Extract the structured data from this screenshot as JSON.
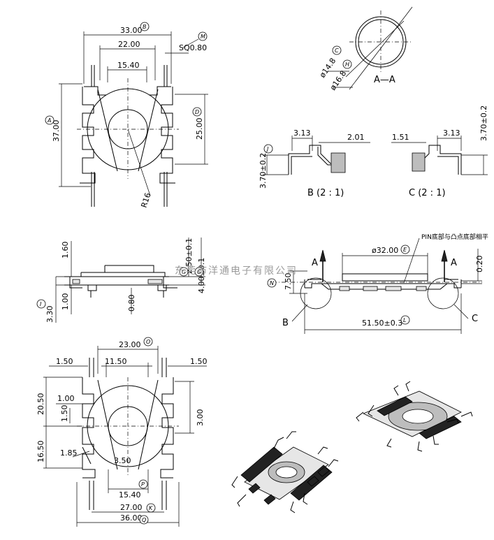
{
  "dimensions": {
    "top_33": "33.00",
    "top_22": "22.00",
    "top_sq": "SQ0.80",
    "top_1540": "15.40",
    "top_37": "37.00",
    "top_25": "25.00",
    "top_r16": "R16",
    "aa_148": "ø14.8",
    "aa_168": "ø16.8",
    "b_313": "3.13",
    "b_201": "2.01",
    "b_370": "3.70±0.2",
    "c_151": "1.51",
    "c_313": "3.13",
    "c_370": "3.70±0.2",
    "side_160": "1.60",
    "side_250": "2.50±0.1",
    "side_400": "4.00±0.1",
    "side_100": "1.00",
    "side_330": "3.30",
    "side_080": "0.80",
    "front_pin_note": "PIN底部与凸点底部相平",
    "front_32": "ø32.00",
    "front_750": "7.50",
    "front_020": "0.20",
    "front_5150": "51.50±0.3",
    "bot_23": "23.00",
    "bot_150l": "1.50",
    "bot_1150": "11.50",
    "bot_150r": "1.50",
    "bot_2050": "20.50",
    "bot_100": "1.00",
    "bot_150v": "1.50",
    "bot_300": "3.00",
    "bot_1650": "16.50",
    "bot_185": "1.85",
    "bot_350": "3.50",
    "bot_1540": "15.40",
    "bot_27": "27.00",
    "bot_36": "36.00"
  },
  "bubbles": {
    "b": "B",
    "m": "M",
    "a": "A",
    "d": "D",
    "c": "C",
    "h": "H",
    "j": "J",
    "g": "G",
    "n": "N",
    "i": "I",
    "e": "E",
    "l": "L",
    "o": "O",
    "p": "P",
    "k": "K",
    "q": "Q"
  },
  "labels": {
    "section_aa": "A—A",
    "view_b": "B  (2 : 1)",
    "view_c": "C  (2 : 1)",
    "arrow_a": "A",
    "callout_b": "B",
    "callout_c": "C"
  },
  "watermark": "东莞市洋通电子有限公司"
}
